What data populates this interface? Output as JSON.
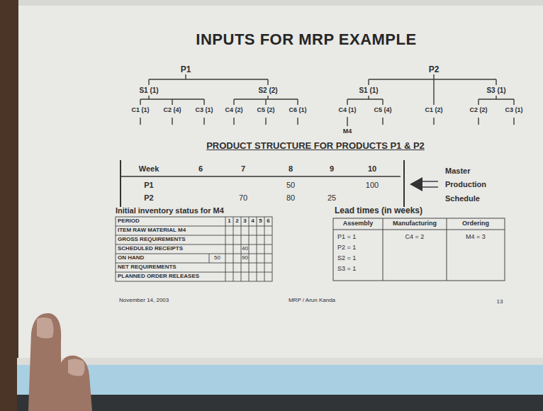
{
  "diagram": {
    "title": "INPUTS FOR MRP EXAMPLE",
    "labels": [
      "P1",
      "S1 (1)",
      "S2 (2)",
      "C1 (1)",
      "C2 (4)",
      "C3 (1)",
      "C4 (2)",
      "C5 (2)",
      "C6 (1)",
      "P2",
      "S1 (1)",
      "C1 (2)",
      "S3 (1)",
      "C4 (1)",
      "C5 (4)",
      "M4",
      "C2 (2)",
      "C3 (1)",
      "PRODUCT STRUCTURE FOR PRODUCTS P1 & P2",
      "Week",
      "6",
      "7",
      "8",
      "9",
      "10",
      "P1",
      "50",
      "100",
      "P2",
      "70",
      "80",
      "25",
      "Master Production Schedule",
      "Initial inventory status for M4",
      "PERIOD",
      "1",
      "2",
      "3",
      "4",
      "5",
      "6",
      "ITEM RAW MATERIAL M4",
      "GROSS REQUIREMENTS",
      "SCHEDULED RECEIPTS",
      "40",
      "ON HAND",
      "50",
      "90",
      "NET REQUIREMENTS",
      "PLANNED ORDER RELEASES",
      "Lead times (in weeks)",
      "Assembly",
      "Manufacturing",
      "Ordering",
      "P1 = 1",
      "C4 = 2",
      "M4 = 3",
      "P2 = 1",
      "S2 = 1",
      "S3 = 1",
      "November 14, 2003",
      "MRP / Arun Kanda",
      "13"
    ]
  }
}
